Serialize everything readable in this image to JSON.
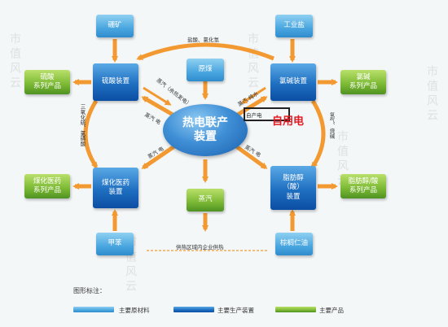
{
  "nodes": {
    "peng_kuang": "硼矿",
    "gong_ye_yan": "工业盐",
    "yuan_mei": "原煤",
    "liu_suan_zhuang_zhi": "硫酸装置",
    "lv_jian_zhuang_zhi": "氯碱装置",
    "liu_suan_chan_pin": "硫酸\n系列产品",
    "lv_jian_chan_pin": "氯碱\n系列产品",
    "core": "热电联产\n装置",
    "mei_hua_gong_zhuang_zhi": "煤化医药\n装置",
    "mei_hua_gong_chan_pin": "煤化医药\n系列产品",
    "zheng_qi": "蒸汽",
    "zhi_fang_chun_zhuang_zhi": "脂肪醇\n（酸）\n装置",
    "zhi_fang_chun_chan_pin": "脂肪醇/酸\n系列产品",
    "jia_chun": "甲苯",
    "zong_lv_ren_you": "棕榈仁油"
  },
  "labels": {
    "top_flow": "盐酸、氯化氢",
    "left_flow": "三氧化硫、氯磺酸",
    "right_flow": "氢气、烧碱",
    "steam_residual": "蒸汽（余热发电）",
    "steam_power_left": "蒸汽 电",
    "steam_water_right": "蒸汽 纯水",
    "self_power": "自产电",
    "steam_power_right": "蒸汽 电",
    "steam_power_lower_left": "蒸汽 电",
    "steam_power_lower_right": "蒸汽 电",
    "heat_supply": "供热区域内企业供热",
    "self_use": "自用电"
  },
  "legend": {
    "title": "图形标注：",
    "raw": "主要原材料",
    "device": "主要生产装置",
    "product": "主要产品"
  },
  "watermark": "市值风云",
  "colors": {
    "arrow": "#f29a31",
    "raw": "#4aa6df",
    "device": "#1f6fc1",
    "product": "#7ab833",
    "highlight": "#e21a22"
  }
}
